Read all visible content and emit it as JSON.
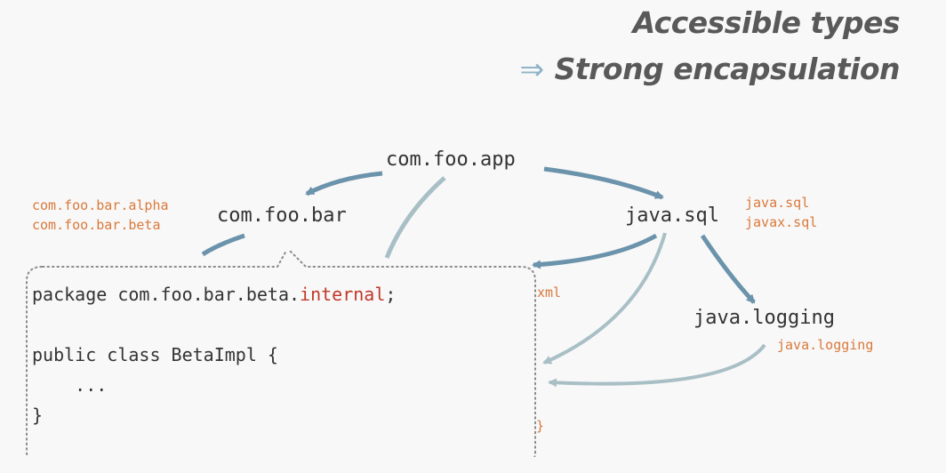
{
  "title": {
    "line1": "Accessible types",
    "implies": "⇒",
    "line2": "Strong encapsulation"
  },
  "modules": {
    "app": {
      "name": "com.foo.app"
    },
    "bar": {
      "name": "com.foo.bar",
      "packages": [
        "com.foo.bar.alpha",
        "com.foo.bar.beta"
      ]
    },
    "sql": {
      "name": "java.sql",
      "packages": [
        "java.sql",
        "javax.sql"
      ]
    },
    "logging": {
      "name": "java.logging",
      "packages": [
        "java.logging"
      ]
    }
  },
  "clipped_text": {
    "xml": "xml",
    "brace": "}"
  },
  "code": {
    "line1_prefix": "package com.foo.bar.beta.",
    "line1_keyword": "internal",
    "line1_suffix": ";",
    "line3": "public class BetaImpl {",
    "line4": "    ...",
    "line5": "}"
  },
  "colors": {
    "title": "#595959",
    "module_text": "#333333",
    "package_text": "#d9793b",
    "keyword": "#c0392b",
    "arrow_dark": "#6b93ab",
    "arrow_light": "#a9bfc6"
  }
}
